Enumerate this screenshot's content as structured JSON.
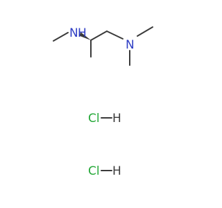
{
  "molecule": {
    "atoms": {
      "nh_n": "N",
      "nh_h": "H",
      "nme2_n": "N"
    },
    "salts": [
      {
        "cl": "Cl",
        "h": "H"
      },
      {
        "cl": "Cl",
        "h": "H"
      }
    ]
  },
  "colors": {
    "bond": "#3a3a3a",
    "nitrogen": "#2f3ec4",
    "chlorine": "#25a838"
  }
}
